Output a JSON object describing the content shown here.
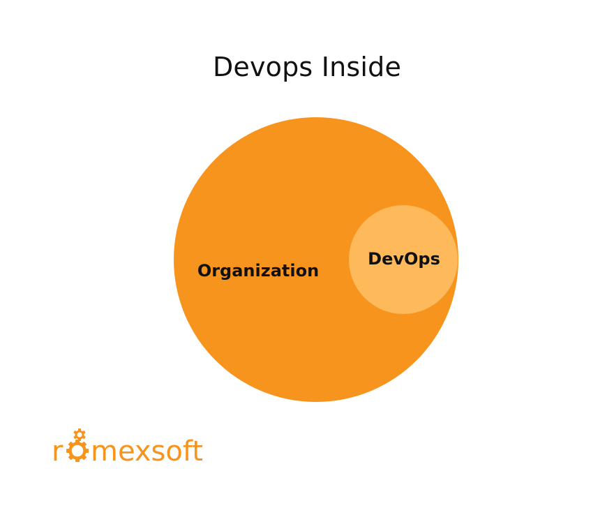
{
  "title": "Devops Inside",
  "diagram": {
    "outer": {
      "label": "Organization",
      "color": "#F7941E"
    },
    "inner": {
      "label": "DevOps",
      "color": "#FDB95A"
    }
  },
  "logo": {
    "text": "romexsoft",
    "color": "#F7941E",
    "icon": "gear-icon"
  }
}
